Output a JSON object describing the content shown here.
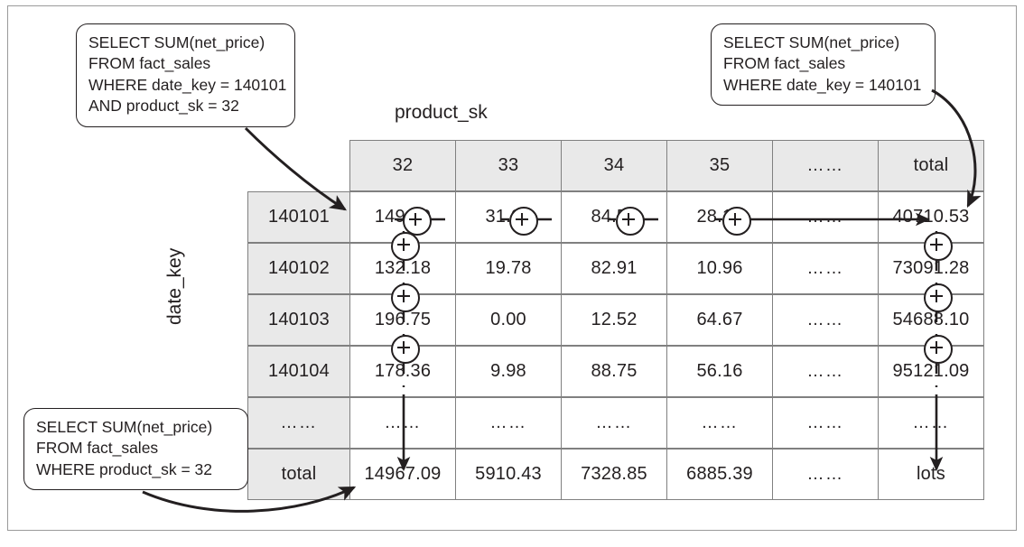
{
  "figure": {
    "axis_labels": {
      "columns": "product_sk",
      "rows": "date_key"
    }
  },
  "callouts": {
    "top_left": {
      "name": "cell-query",
      "lines": [
        "SELECT SUM(net_price)",
        "FROM fact_sales",
        "WHERE date_key = 140101",
        "AND product_sk = 32"
      ]
    },
    "top_right": {
      "name": "row-total-query",
      "lines": [
        "SELECT SUM(net_price)",
        "FROM fact_sales",
        "WHERE date_key = 140101"
      ]
    },
    "bottom_left": {
      "name": "column-total-query",
      "lines": [
        "SELECT SUM(net_price)",
        "FROM fact_sales",
        "WHERE product_sk = 32"
      ]
    }
  },
  "chart_data": {
    "type": "table",
    "title": "",
    "xlabel": "product_sk",
    "ylabel": "date_key",
    "corner": "",
    "columns": [
      "32",
      "33",
      "34",
      "35",
      "……",
      "total"
    ],
    "row_headers": [
      "140101",
      "140102",
      "140103",
      "140104",
      "……",
      "total"
    ],
    "rows": [
      [
        "149.60",
        "31.01",
        "84.58",
        "28.18",
        "……",
        "40710.53"
      ],
      [
        "132.18",
        "19.78",
        "82.91",
        "10.96",
        "……",
        "73091.28"
      ],
      [
        "196.75",
        "0.00",
        "12.52",
        "64.67",
        "……",
        "54688.10"
      ],
      [
        "178.36",
        "9.98",
        "88.75",
        "56.16",
        "……",
        "95121.09"
      ],
      [
        "……",
        "……",
        "……",
        "……",
        "……",
        "……"
      ],
      [
        "14967.09",
        "5910.43",
        "7328.85",
        "6885.39",
        "……",
        "lots"
      ]
    ]
  },
  "colors": {
    "header_fill": "#e9e9e9",
    "grid_line": "#808080",
    "text": "#231f20",
    "frame": "#9a9a9a"
  }
}
